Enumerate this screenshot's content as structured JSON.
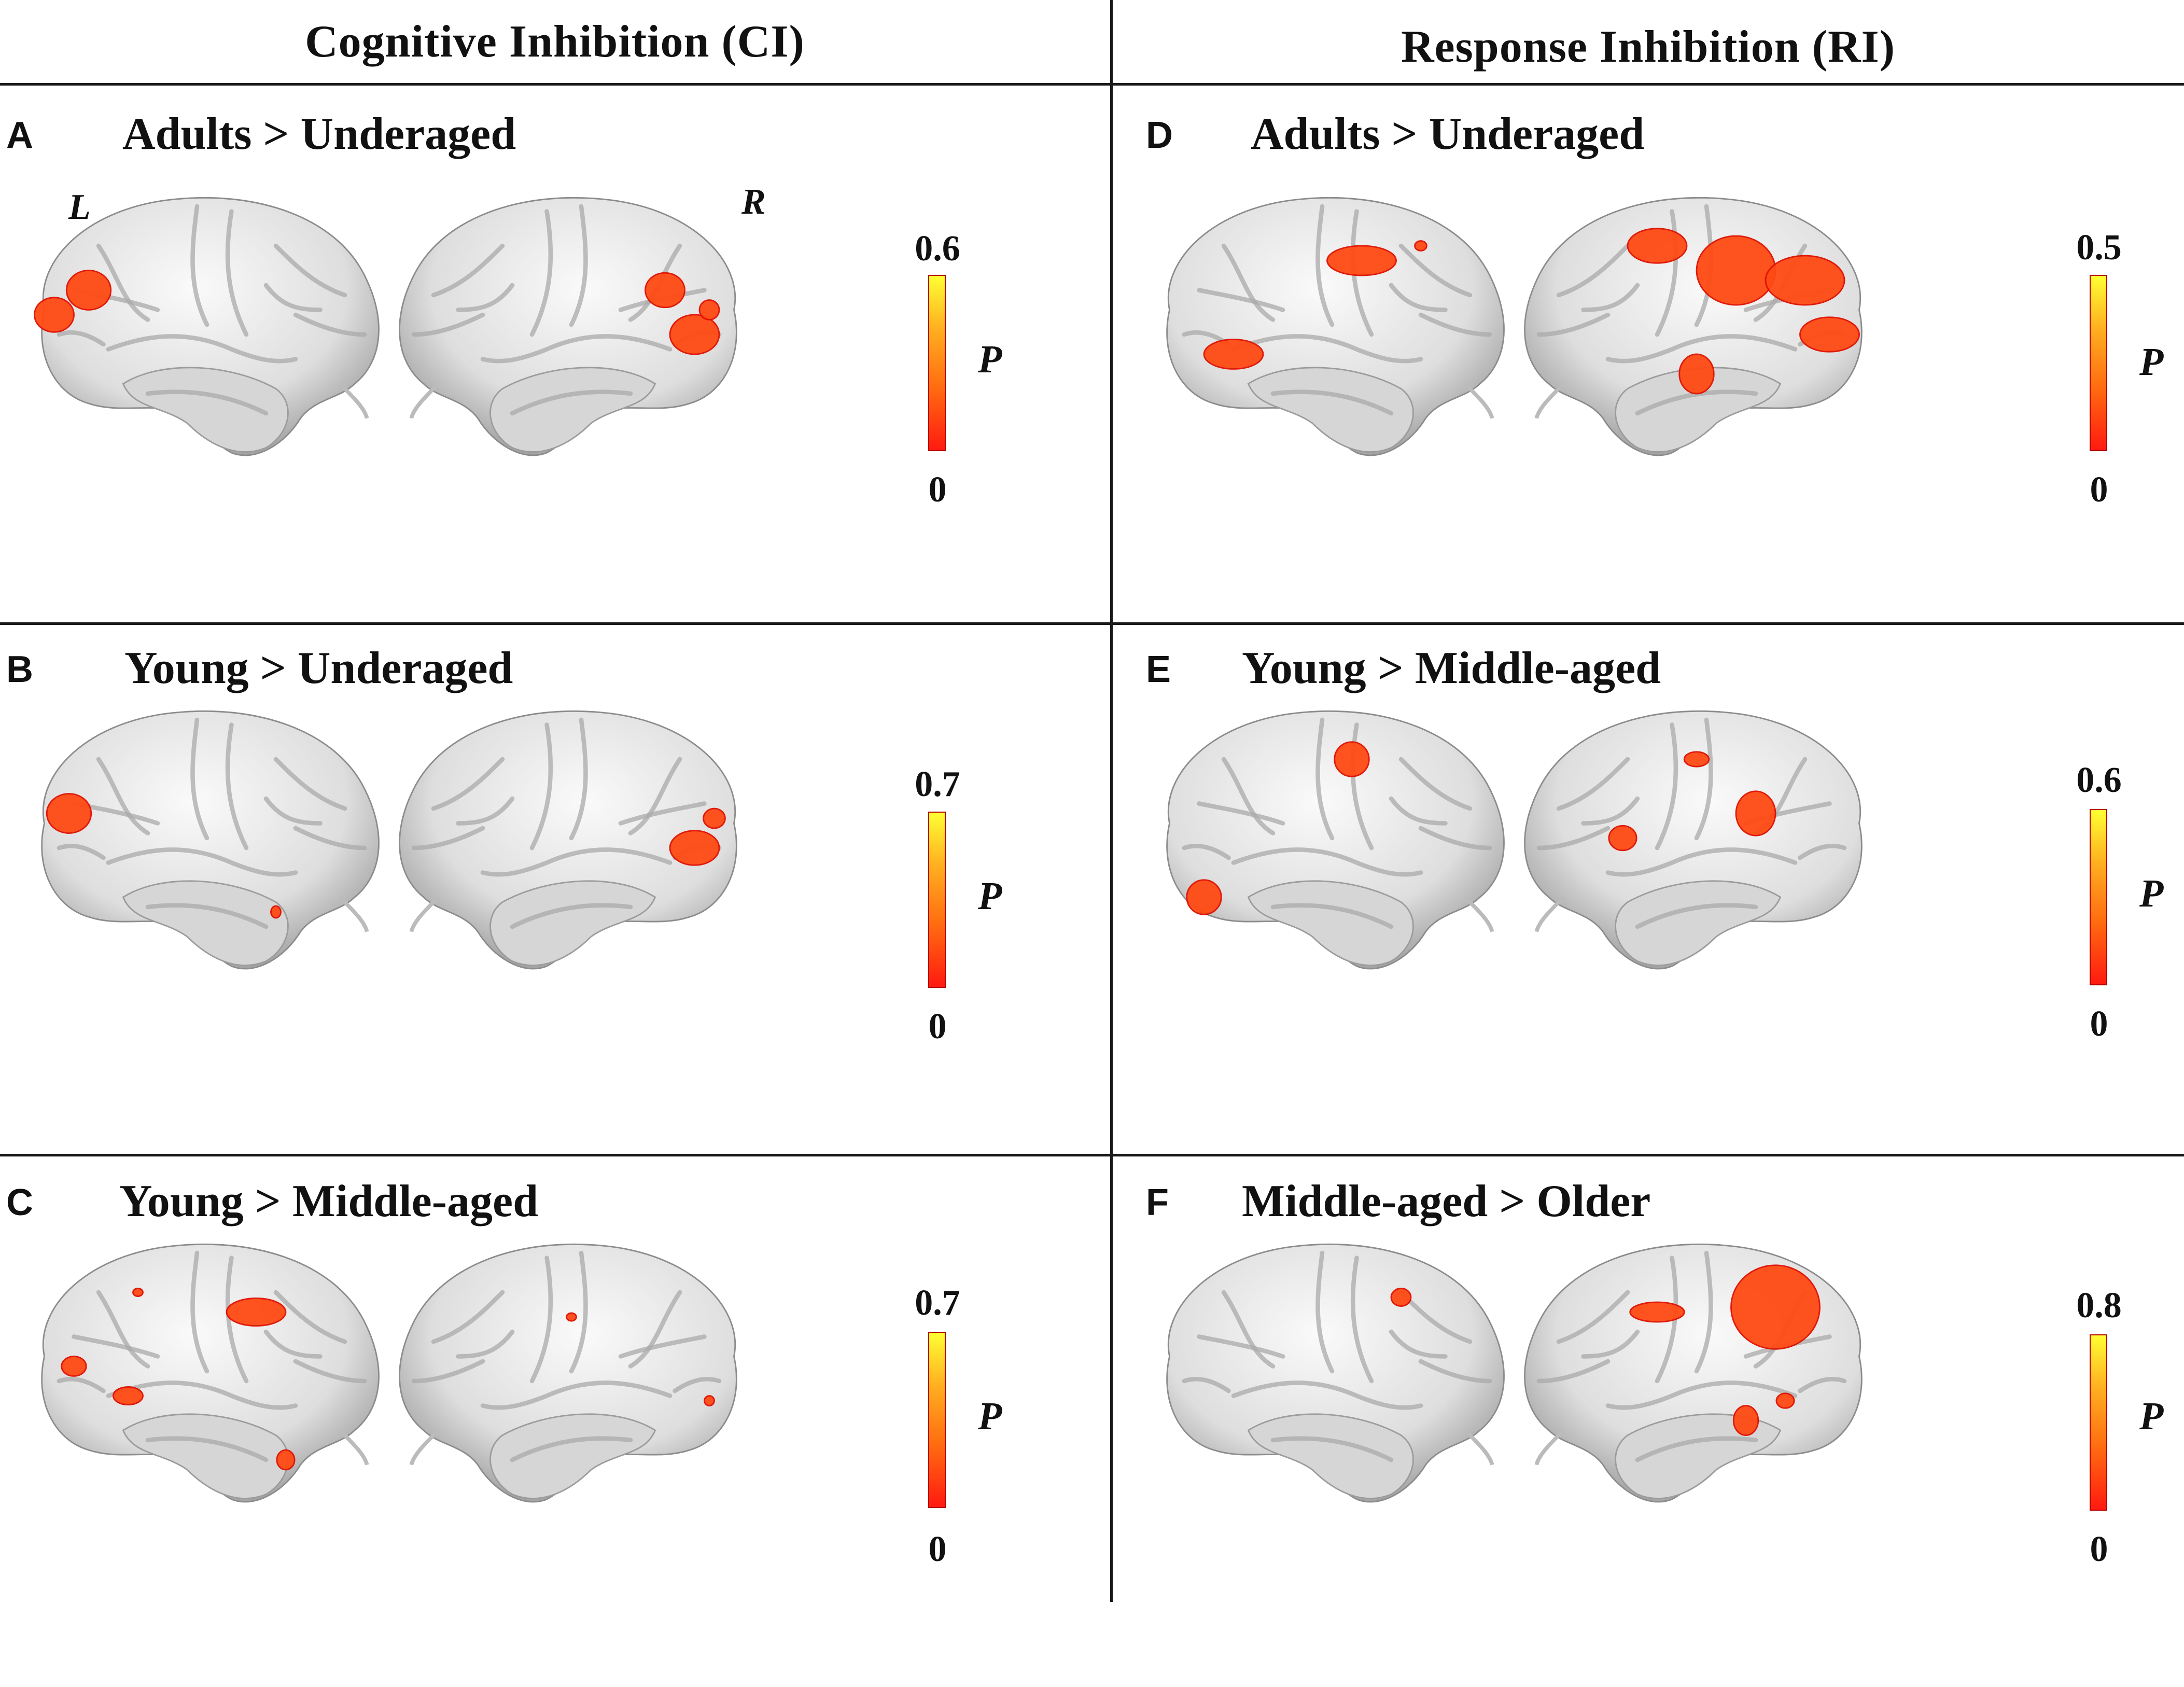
{
  "column_titles": {
    "left": "Cognitive Inhibition (CI)",
    "right": "Response Inhibition (RI)"
  },
  "hemisphere_labels": {
    "left": "L",
    "right": "R"
  },
  "colorbar_label": "P",
  "colorbar_colors": {
    "low": "#ff1a10",
    "mid": "#ff6a10",
    "high": "#ffff33",
    "cluster": "#ff4a14"
  },
  "panels": [
    {
      "letter": "A",
      "title": "Adults > Underaged",
      "cbar_max": "0.6",
      "cbar_min": "0"
    },
    {
      "letter": "B",
      "title": "Young > Underaged",
      "cbar_max": "0.7",
      "cbar_min": "0"
    },
    {
      "letter": "C",
      "title": "Young > Middle-aged",
      "cbar_max": "0.7",
      "cbar_min": "0"
    },
    {
      "letter": "D",
      "title": "Adults > Underaged",
      "cbar_max": "0.5",
      "cbar_min": "0"
    },
    {
      "letter": "E",
      "title": "Young > Middle-aged",
      "cbar_max": "0.6",
      "cbar_min": "0"
    },
    {
      "letter": "F",
      "title": "Middle-aged > Older",
      "cbar_max": "0.8",
      "cbar_min": "0"
    }
  ]
}
